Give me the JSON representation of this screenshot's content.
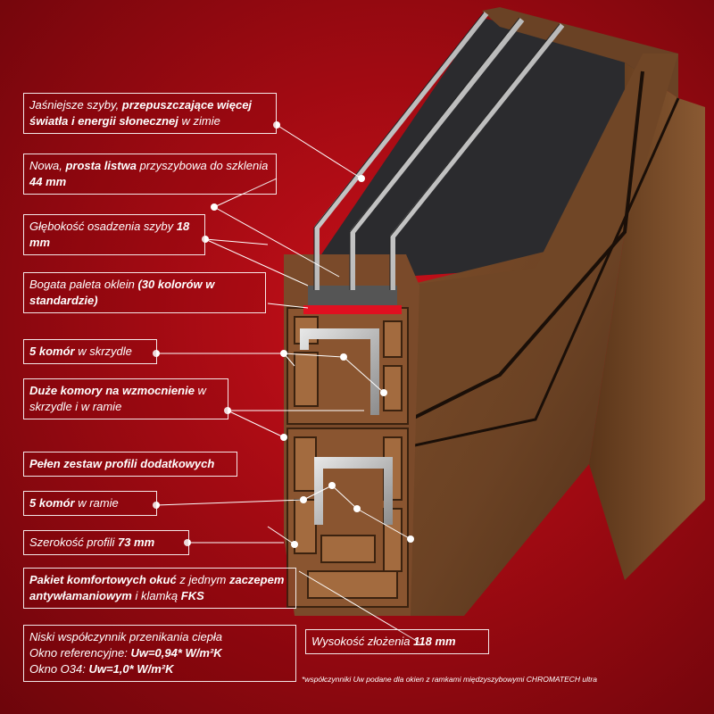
{
  "callouts": [
    {
      "id": "glass",
      "parts": [
        [
          "Jaśniejsze szyby, ",
          false
        ],
        [
          "przepuszczające więcej światła i energii słonecznej",
          true
        ],
        [
          " w zimie",
          false
        ]
      ]
    },
    {
      "id": "bead",
      "parts": [
        [
          "Nowa, ",
          false
        ],
        [
          "prosta listwa",
          true
        ],
        [
          " przyszybowa do szklenia ",
          false
        ],
        [
          "44 mm",
          true
        ]
      ]
    },
    {
      "id": "depth",
      "parts": [
        [
          "Głębokość osadzenia szyby ",
          false
        ],
        [
          "18 mm",
          true
        ]
      ]
    },
    {
      "id": "colors",
      "parts": [
        [
          "Bogata paleta oklein ",
          false
        ],
        [
          "(30 kolorów w standardzie)",
          true
        ]
      ]
    },
    {
      "id": "sash-chambers",
      "parts": [
        [
          "5 komór",
          true
        ],
        [
          " w skrzydle",
          false
        ]
      ]
    },
    {
      "id": "reinforcement",
      "parts": [
        [
          "Duże komory na wzmocnienie",
          true
        ],
        [
          " w skrzydle i w ramie",
          false
        ]
      ]
    },
    {
      "id": "accessories",
      "parts": [
        [
          "Pełen zestaw profili dodatkowych",
          true
        ]
      ]
    },
    {
      "id": "frame-chambers",
      "parts": [
        [
          "5 komór",
          true
        ],
        [
          " w ramie",
          false
        ]
      ]
    },
    {
      "id": "width",
      "parts": [
        [
          "Szerokość profili ",
          false
        ],
        [
          "73 mm",
          true
        ]
      ]
    },
    {
      "id": "hardware",
      "parts": [
        [
          "Pakiet komfortowych okuć",
          true
        ],
        [
          " z jednym ",
          false
        ],
        [
          "zaczepem antywłamaniowym",
          true
        ],
        [
          " i klamką ",
          false
        ],
        [
          "FKS",
          true
        ]
      ]
    },
    {
      "id": "uw",
      "parts": [
        [
          "Niski współczynnik przenikania ciepła",
          false
        ],
        [
          "\n",
          false
        ],
        [
          "Okno referencyjne: ",
          false
        ],
        [
          "Uw=0,94* W/m²K",
          true
        ],
        [
          "\n",
          false
        ],
        [
          "Okno O34: ",
          false
        ],
        [
          "Uw=1,0* W/m²K",
          true
        ]
      ]
    }
  ],
  "height_callout": {
    "parts": [
      [
        "Wysokość złożenia ",
        false
      ],
      [
        "118 mm",
        true
      ]
    ]
  },
  "footnote": "*współczynniki Uw podane dla okien z ramkami międzyszybowymi CHROMATECH ultra",
  "colors": {
    "background": "#a00a12",
    "wood": "#6b4224",
    "wood_dark": "#4a2a15",
    "line": "#ffffff",
    "glass": "#d9d9d9"
  }
}
